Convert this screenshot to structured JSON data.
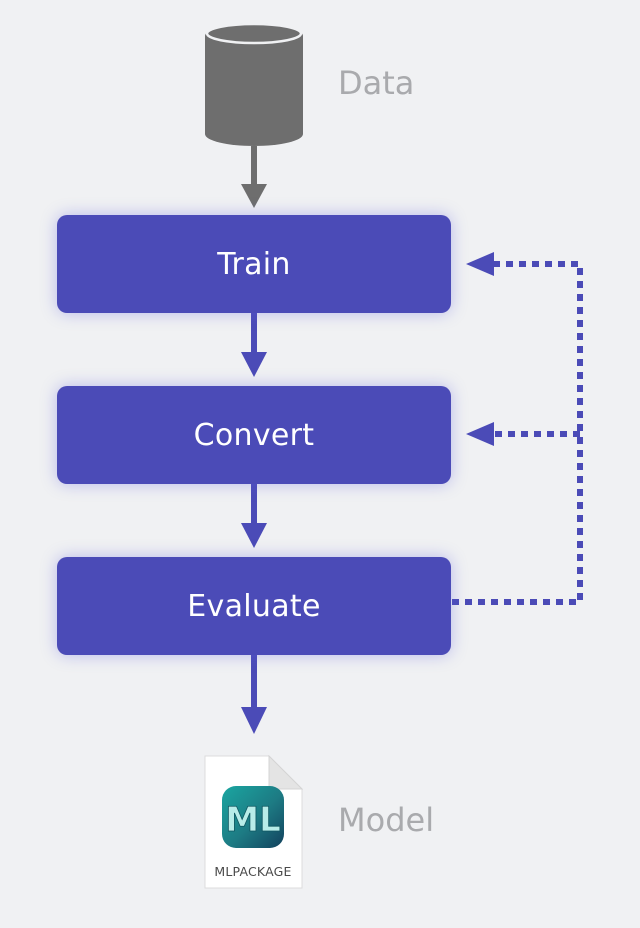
{
  "diagram": {
    "input_label": "Data",
    "output_label": "Model",
    "steps": [
      {
        "label": "Train"
      },
      {
        "label": "Convert"
      },
      {
        "label": "Evaluate"
      }
    ],
    "output_file_caption": "MLPACKAGE",
    "output_file_logo_text": "ML",
    "feedback_loop": "Evaluate → Convert, Train",
    "colors": {
      "background": "#f0f1f3",
      "step_fill": "#4b4bb7",
      "step_text": "#ffffff",
      "arrow": "#4b4bb7",
      "database_icon": "#6e6e6e",
      "label_gray": "#a9aaad"
    },
    "icons": {
      "input": "database-cylinder-icon",
      "output": "mlpackage-file-icon"
    }
  }
}
